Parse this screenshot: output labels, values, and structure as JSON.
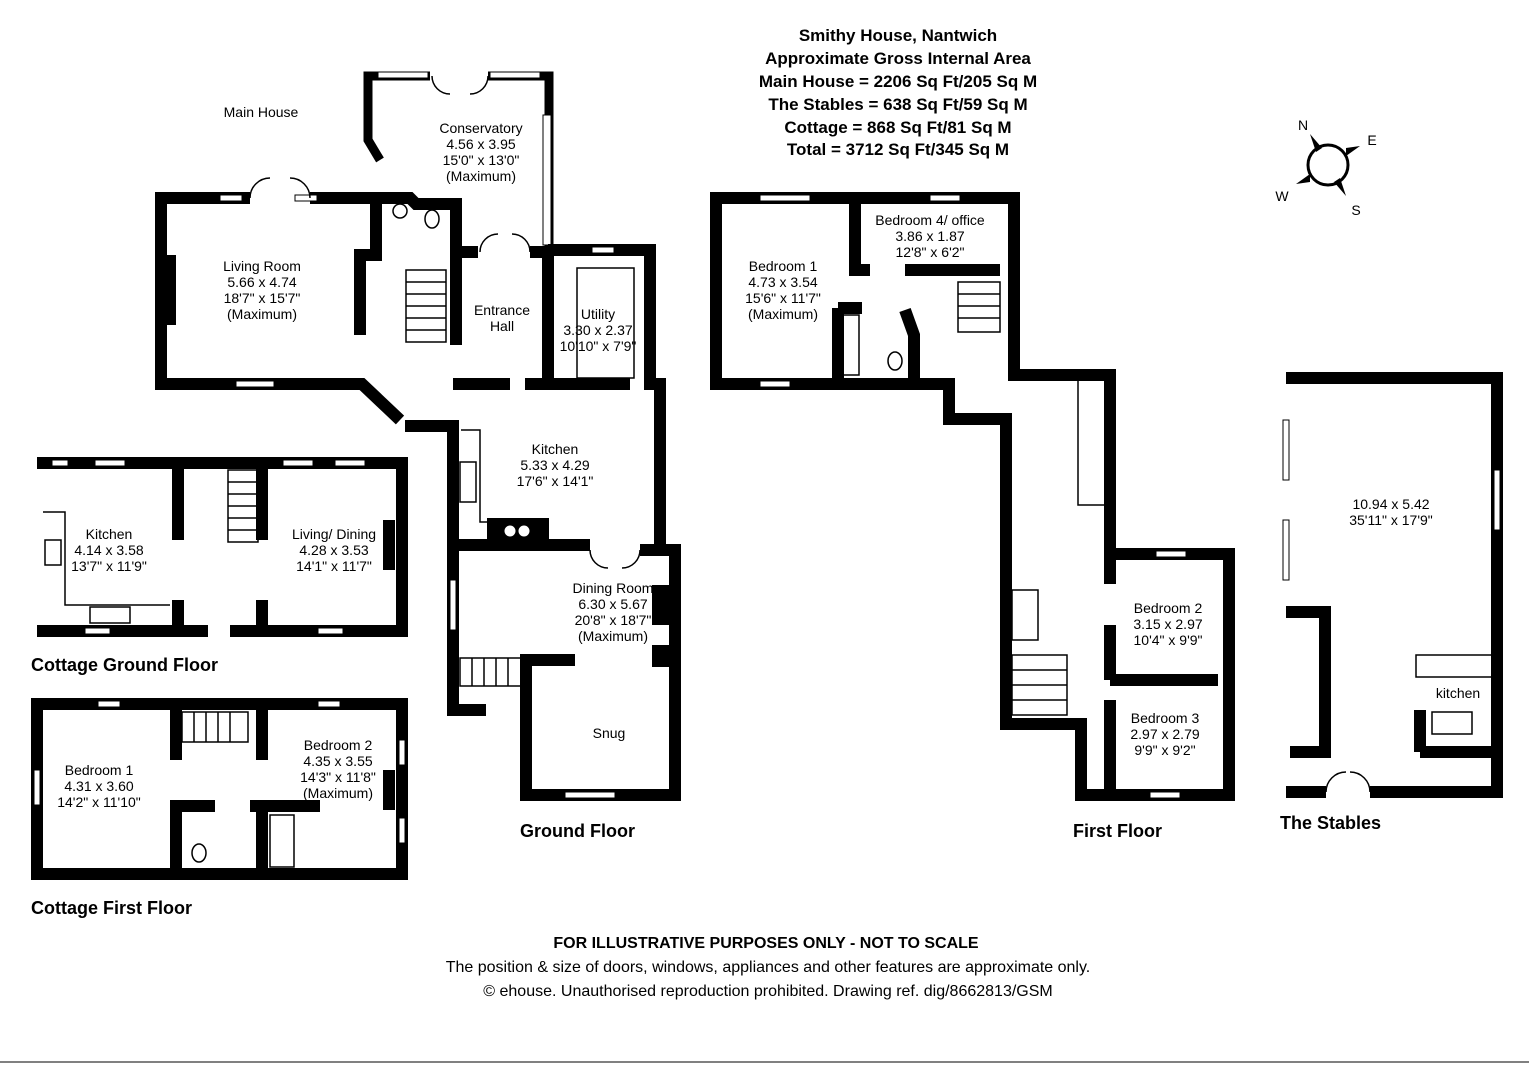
{
  "header": {
    "title": "Smithy House, Nantwich",
    "subtitle": "Approximate Gross Internal Area",
    "areas": [
      "Main House = 2206 Sq Ft/205 Sq M",
      "The Stables = 638 Sq Ft/59 Sq M",
      "Cottage = 868 Sq Ft/81 Sq M",
      "Total = 3712 Sq Ft/345 Sq M"
    ]
  },
  "compass": {
    "n": "N",
    "e": "E",
    "s": "S",
    "w": "W"
  },
  "main_house": {
    "label": "Main House",
    "ground_floor_label": "Ground Floor",
    "first_floor_label": "First Floor",
    "ground": {
      "conservatory": [
        "Conservatory",
        "4.56 x 3.95",
        "15'0\" x 13'0\"",
        "(Maximum)"
      ],
      "living_room": [
        "Living Room",
        "5.66 x 4.74",
        "18'7\" x 15'7\"",
        "(Maximum)"
      ],
      "entrance_hall": [
        "Entrance",
        "Hall"
      ],
      "utility": [
        "Utility",
        "3.30 x 2.37",
        "10'10\" x 7'9\""
      ],
      "kitchen": [
        "Kitchen",
        "5.33 x 4.29",
        "17'6\" x 14'1\""
      ],
      "dining_room": [
        "Dining Room",
        "6.30 x 5.67",
        "20'8\" x 18'7\"",
        "(Maximum)"
      ],
      "snug": [
        "Snug"
      ]
    },
    "first": {
      "bedroom1": [
        "Bedroom 1",
        "4.73 x 3.54",
        "15'6\" x 11'7\"",
        "(Maximum)"
      ],
      "bedroom4": [
        "Bedroom 4/ office",
        "3.86 x 1.87",
        "12'8\" x 6'2\""
      ],
      "bedroom2": [
        "Bedroom 2",
        "3.15 x 2.97",
        "10'4\" x 9'9\""
      ],
      "bedroom3": [
        "Bedroom 3",
        "2.97 x 2.79",
        "9'9\" x 9'2\""
      ]
    }
  },
  "stables": {
    "label": "The Stables",
    "main": [
      "10.94 x 5.42",
      "35'11\" x 17'9\""
    ],
    "kitchen": "kitchen"
  },
  "cottage_ground": {
    "label": "Cottage Ground Floor",
    "kitchen": [
      "Kitchen",
      "4.14 x 3.58",
      "13'7\" x 11'9\""
    ],
    "living_dining": [
      "Living/ Dining",
      "4.28 x 3.53",
      "14'1\" x 11'7\""
    ]
  },
  "cottage_first": {
    "label": "Cottage First Floor",
    "bedroom1": [
      "Bedroom 1",
      "4.31 x 3.60",
      "14'2\" x 11'10\""
    ],
    "bedroom2": [
      "Bedroom 2",
      "4.35 x 3.55",
      "14'3\" x 11'8\"",
      "(Maximum)"
    ]
  },
  "footer": {
    "disclaimer": "FOR ILLUSTRATIVE PURPOSES ONLY - NOT TO SCALE",
    "note": "The position & size of doors, windows, appliances and other features are approximate only.",
    "copyright": "© ehouse. Unauthorised reproduction prohibited. Drawing ref. dig/8662813/GSM"
  }
}
